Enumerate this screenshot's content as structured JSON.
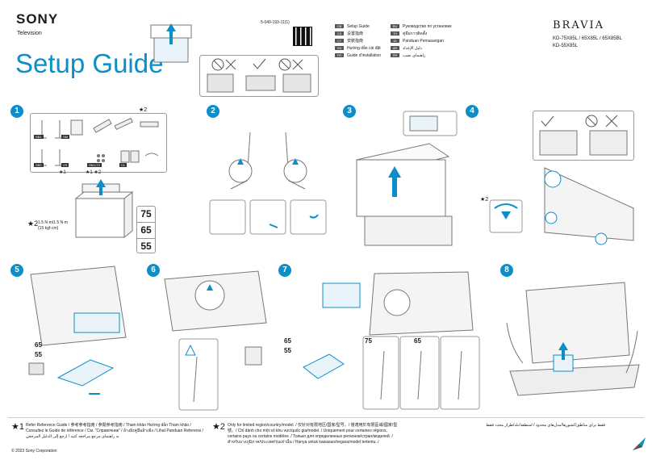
{
  "header": {
    "logo": "SONY",
    "product_type": "Television",
    "title": "Setup Guide",
    "doc_number": "5-049-193-11(1)",
    "brand": "BRAVIA",
    "models": "KD-75X85L / 65X85L / 65X85BL\nKD-55X85L"
  },
  "languages_left": [
    {
      "code": "GB",
      "text": "Setup Guide"
    },
    {
      "code": "CS",
      "text": "设置指南"
    },
    {
      "code": "CT",
      "text": "安裝指南"
    },
    {
      "code": "VN",
      "text": "Hướng dẫn cài đặt"
    },
    {
      "code": "FR",
      "text": "Guide d'installation"
    }
  ],
  "languages_right": [
    {
      "code": "RU",
      "text": "Руководство по установке"
    },
    {
      "code": "TH",
      "text": "คู่มือการติดตั้ง"
    },
    {
      "code": "ID",
      "text": "Panduan Pemasangan"
    },
    {
      "code": "AR",
      "text": "دليل الإعداد"
    },
    {
      "code": "PR",
      "text": "راهنمای نصب"
    }
  ],
  "steps": [
    "1",
    "2",
    "3",
    "4",
    "5",
    "6",
    "7",
    "8"
  ],
  "step1": {
    "stars": "★2",
    "part_labels": [
      "SB1",
      "SB2",
      "VS",
      "SM",
      "SM-LT2",
      "CL"
    ],
    "torque_star": "★2",
    "torque": "1.5 N·m/1.5 N·m\n{15 kgf·cm}",
    "sizes": [
      "75",
      "65",
      "55"
    ],
    "star_marks": [
      "★1",
      "★1 ★2"
    ]
  },
  "step4": {
    "star": "★2"
  },
  "step5": {
    "sizes": [
      "65",
      "55"
    ]
  },
  "step7": {
    "sizes_top": [
      "65",
      "55"
    ],
    "sizes_mid": [
      "75",
      "65"
    ]
  },
  "footer": {
    "star1": "★1",
    "star1_text": "Refer Reference Guide / 参考参考指南 / 参閱參考指南 / Tham khảo Hướng dẫn Tham khảo / Consultez le Guide de référence / См. \"Справочник\" / อ้างอิงคู่มืออ้างอิง / Lihat Panduan Referensi / به راهنمای مرجع مراجعه کنید / ارجع إلى الدليل المرجعي",
    "star2": "★2",
    "star2_text": "Only for limited region/country/model. / 仅针对有限地区/国家/型号。/ 僅適用於有限區域/國家/型號。/ Chỉ dành cho một số khu vực/quốc gia/model. / Uniquement pour certaines régions, certains pays ou certains modèles. / Только для определенных регионов/стран/моделей. / สำหรับบางภูมิภาค/ประเทศ/รุ่นเท่านั้น / Hanya untuk kawasan/negara/model tertentu. /",
    "star2_arabic": "فقط برای مناطق/کشورها/مدل‌های محدود / لمنطقة/بلد/طراز محدد فقط",
    "copyright": "© 2023 Sony Corporation"
  }
}
